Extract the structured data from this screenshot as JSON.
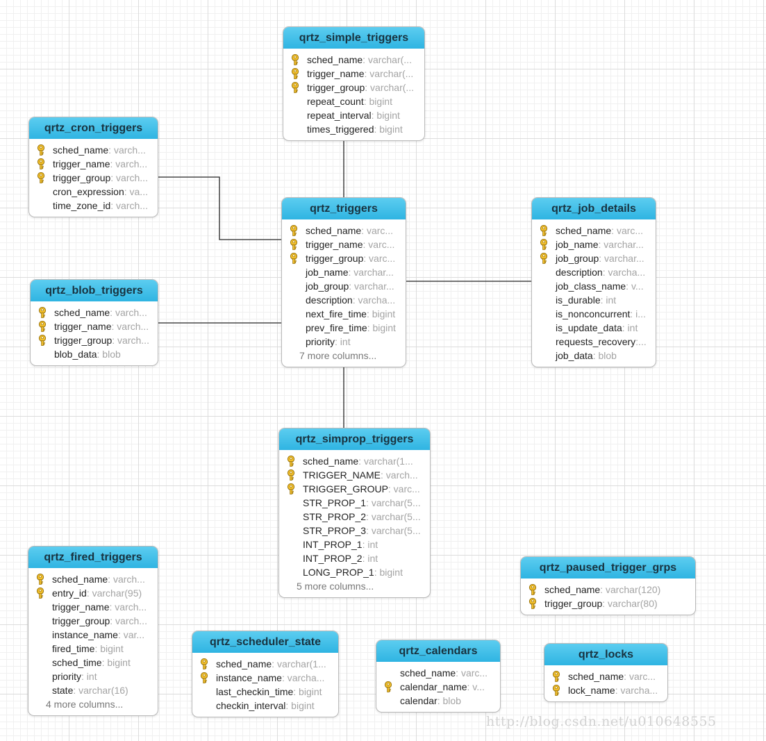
{
  "watermark": "http://blog.csdn.net/u010648555",
  "colors": {
    "header_top": "#5ccdf0",
    "header_bottom": "#2fb4e2",
    "key": "#f1c232",
    "grid": "#dcdcdc"
  },
  "tables": [
    {
      "id": "simple",
      "name": "qrtz_simple_triggers",
      "columns": [
        {
          "name": "sched_name",
          "type": ": varchar(...",
          "key": true
        },
        {
          "name": "trigger_name",
          "type": ": varchar(...",
          "key": true
        },
        {
          "name": "trigger_group",
          "type": ": varchar(...",
          "key": true
        },
        {
          "name": "repeat_count",
          "type": ": bigint",
          "key": false
        },
        {
          "name": "repeat_interval",
          "type": ": bigint",
          "key": false
        },
        {
          "name": "times_triggered",
          "type": ": bigint",
          "key": false
        }
      ],
      "more": ""
    },
    {
      "id": "cron",
      "name": "qrtz_cron_triggers",
      "columns": [
        {
          "name": "sched_name",
          "type": ": varch...",
          "key": true
        },
        {
          "name": "trigger_name",
          "type": ": varch...",
          "key": true
        },
        {
          "name": "trigger_group",
          "type": ": varch...",
          "key": true
        },
        {
          "name": "cron_expression",
          "type": ": va...",
          "key": false
        },
        {
          "name": "time_zone_id",
          "type": ": varch...",
          "key": false
        }
      ],
      "more": ""
    },
    {
      "id": "triggers",
      "name": "qrtz_triggers",
      "columns": [
        {
          "name": "sched_name",
          "type": ": varc...",
          "key": true
        },
        {
          "name": "trigger_name",
          "type": ": varc...",
          "key": true
        },
        {
          "name": "trigger_group",
          "type": ": varc...",
          "key": true
        },
        {
          "name": "job_name",
          "type": ": varchar...",
          "key": false
        },
        {
          "name": "job_group",
          "type": ": varchar...",
          "key": false
        },
        {
          "name": "description",
          "type": ": varcha...",
          "key": false
        },
        {
          "name": "next_fire_time",
          "type": ": bigint",
          "key": false
        },
        {
          "name": "prev_fire_time",
          "type": ": bigint",
          "key": false
        },
        {
          "name": "priority",
          "type": ": int",
          "key": false
        }
      ],
      "more": "7 more columns..."
    },
    {
      "id": "job",
      "name": "qrtz_job_details",
      "columns": [
        {
          "name": "sched_name",
          "type": ": varc...",
          "key": true
        },
        {
          "name": "job_name",
          "type": ": varchar...",
          "key": true
        },
        {
          "name": "job_group",
          "type": ": varchar...",
          "key": true
        },
        {
          "name": "description",
          "type": ": varcha...",
          "key": false
        },
        {
          "name": "job_class_name",
          "type": ": v...",
          "key": false
        },
        {
          "name": "is_durable",
          "type": ": int",
          "key": false
        },
        {
          "name": "is_nonconcurrent",
          "type": ": i...",
          "key": false
        },
        {
          "name": "is_update_data",
          "type": ": int",
          "key": false
        },
        {
          "name": "requests_recovery",
          "type": ":...",
          "key": false
        },
        {
          "name": "job_data",
          "type": ": blob",
          "key": false
        }
      ],
      "more": ""
    },
    {
      "id": "blob",
      "name": "qrtz_blob_triggers",
      "columns": [
        {
          "name": "sched_name",
          "type": ": varch...",
          "key": true
        },
        {
          "name": "trigger_name",
          "type": ": varch...",
          "key": true
        },
        {
          "name": "trigger_group",
          "type": ": varch...",
          "key": true
        },
        {
          "name": "blob_data",
          "type": ": blob",
          "key": false
        }
      ],
      "more": ""
    },
    {
      "id": "simprop",
      "name": "qrtz_simprop_triggers",
      "columns": [
        {
          "name": "sched_name",
          "type": ": varchar(1...",
          "key": true
        },
        {
          "name": "TRIGGER_NAME",
          "type": ": varch...",
          "key": true
        },
        {
          "name": "TRIGGER_GROUP",
          "type": ": varc...",
          "key": true
        },
        {
          "name": "STR_PROP_1",
          "type": ": varchar(5...",
          "key": false
        },
        {
          "name": "STR_PROP_2",
          "type": ": varchar(5...",
          "key": false
        },
        {
          "name": "STR_PROP_3",
          "type": ": varchar(5...",
          "key": false
        },
        {
          "name": "INT_PROP_1",
          "type": ": int",
          "key": false
        },
        {
          "name": "INT_PROP_2",
          "type": ": int",
          "key": false
        },
        {
          "name": "LONG_PROP_1",
          "type": ": bigint",
          "key": false
        }
      ],
      "more": "5 more columns..."
    },
    {
      "id": "fired",
      "name": "qrtz_fired_triggers",
      "columns": [
        {
          "name": "sched_name",
          "type": ": varch...",
          "key": true
        },
        {
          "name": "entry_id",
          "type": ": varchar(95)",
          "key": true
        },
        {
          "name": "trigger_name",
          "type": ": varch...",
          "key": false
        },
        {
          "name": "trigger_group",
          "type": ": varch...",
          "key": false
        },
        {
          "name": "instance_name",
          "type": ": var...",
          "key": false
        },
        {
          "name": "fired_time",
          "type": ": bigint",
          "key": false
        },
        {
          "name": "sched_time",
          "type": ": bigint",
          "key": false
        },
        {
          "name": "priority",
          "type": ": int",
          "key": false
        },
        {
          "name": "state",
          "type": ": varchar(16)",
          "key": false
        }
      ],
      "more": "4 more columns..."
    },
    {
      "id": "paused",
      "name": "qrtz_paused_trigger_grps",
      "columns": [
        {
          "name": "sched_name",
          "type": ": varchar(120)",
          "key": true
        },
        {
          "name": "trigger_group",
          "type": ": varchar(80)",
          "key": true
        }
      ],
      "more": ""
    },
    {
      "id": "state",
      "name": "qrtz_scheduler_state",
      "columns": [
        {
          "name": "sched_name",
          "type": ": varchar(1...",
          "key": true
        },
        {
          "name": "instance_name",
          "type": ": varcha...",
          "key": true
        },
        {
          "name": "last_checkin_time",
          "type": ": bigint",
          "key": false
        },
        {
          "name": "checkin_interval",
          "type": ": bigint",
          "key": false
        }
      ],
      "more": ""
    },
    {
      "id": "calendars",
      "name": "qrtz_calendars",
      "columns": [
        {
          "name": "sched_name",
          "type": ": varc...",
          "key": false
        },
        {
          "name": "calendar_name",
          "type": ": v...",
          "key": true
        },
        {
          "name": "calendar",
          "type": ": blob",
          "key": false
        }
      ],
      "more": ""
    },
    {
      "id": "locks",
      "name": "qrtz_locks",
      "columns": [
        {
          "name": "sched_name",
          "type": ": varc...",
          "key": true
        },
        {
          "name": "lock_name",
          "type": ": varcha...",
          "key": true
        }
      ],
      "more": ""
    }
  ]
}
